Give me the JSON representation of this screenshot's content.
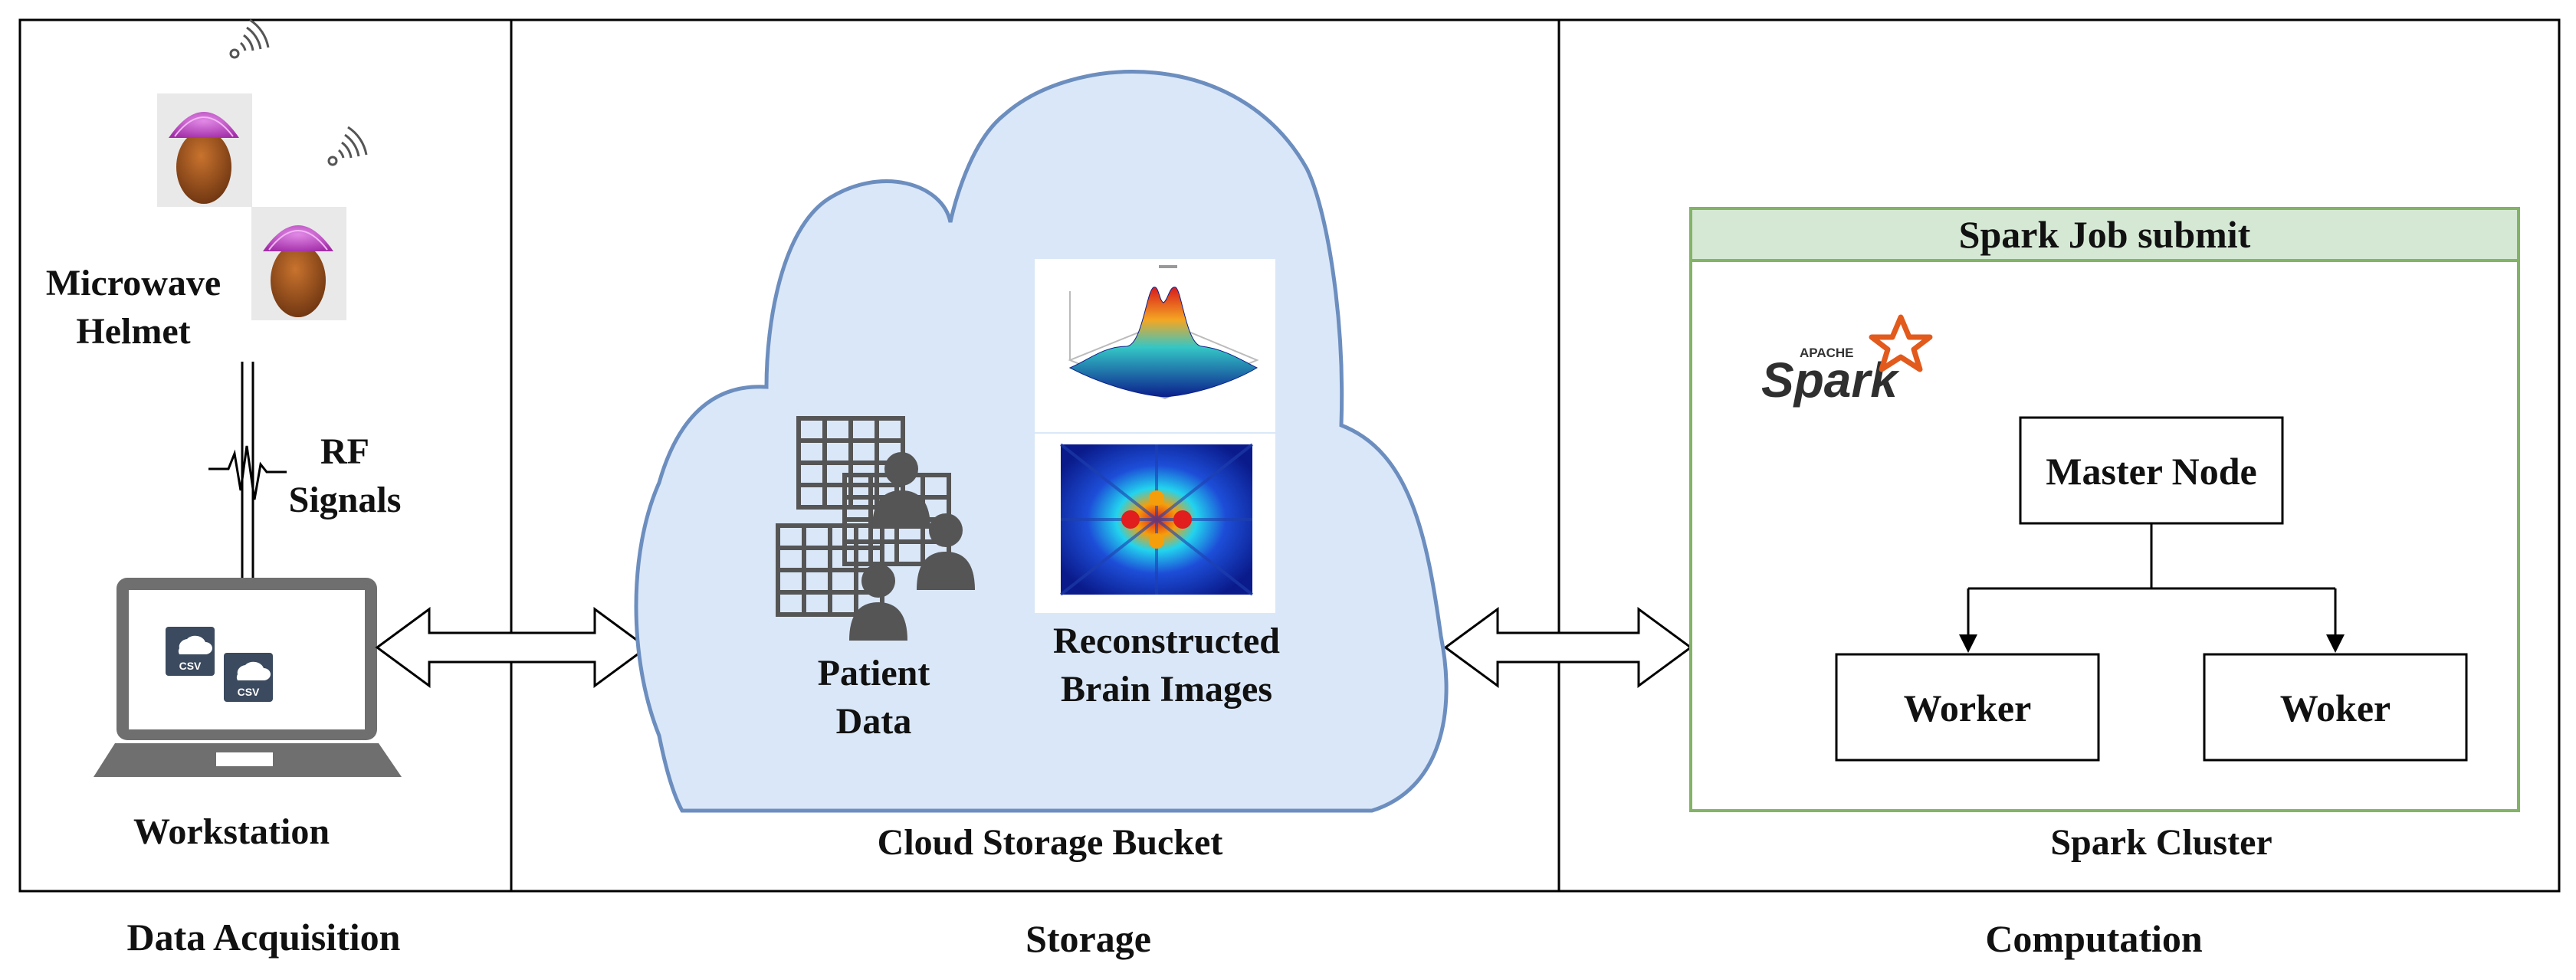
{
  "sections": {
    "acquisition": "Data Acquisition",
    "storage": "Storage",
    "computation": "Computation"
  },
  "acquisition": {
    "helmet_line1": "Microwave",
    "helmet_line2": "Helmet",
    "rf_line1": "RF",
    "rf_line2": "Signals",
    "workstation": "Workstation",
    "csv_badge": "CSV"
  },
  "storage": {
    "bucket_label": "Cloud Storage Bucket",
    "patient_line1": "Patient",
    "patient_line2": "Data",
    "recon_line1": "Reconstructed",
    "recon_line2": "Brain Images"
  },
  "computation": {
    "cluster_label": "Spark Cluster",
    "job_header": "Spark Job submit",
    "logo_apache": "APACHE",
    "logo_spark": "Spark",
    "master": "Master Node",
    "worker_left": "Worker",
    "worker_right": "Woker"
  },
  "colors": {
    "cloud_fill": "#dae7f8",
    "cloud_stroke": "#6c8ebf",
    "job_header_fill": "#d5e8d4",
    "job_border": "#82b366",
    "helmet": "#c24ec4",
    "spark_star": "#e25a1c"
  }
}
